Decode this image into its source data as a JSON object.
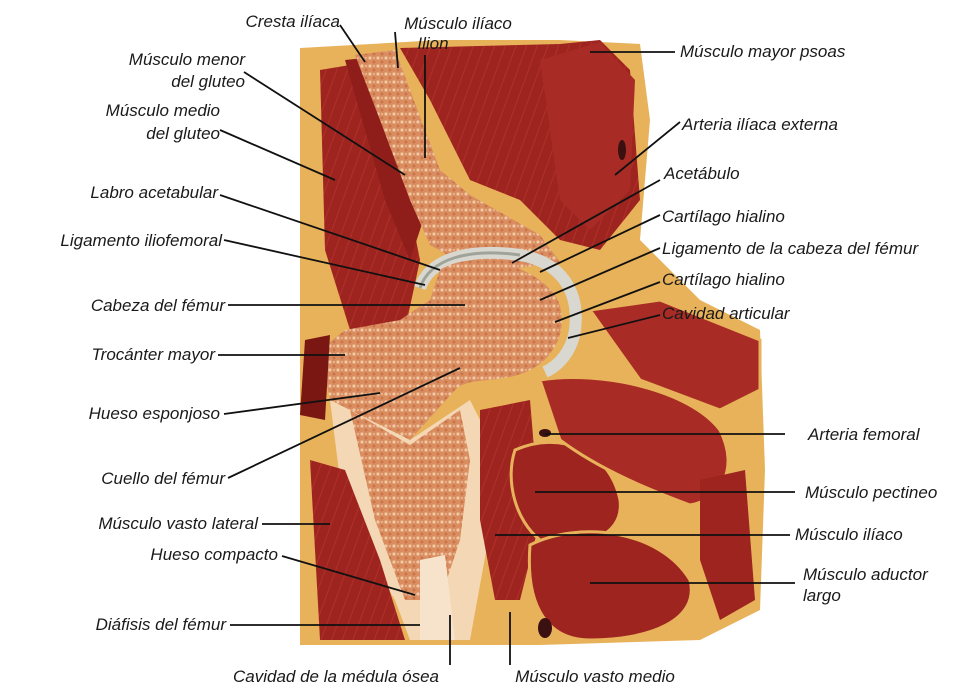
{
  "labels": {
    "cresta_iliaca": "Cresta ilíaca",
    "musculo_iliaco_top": "Músculo ilíaco",
    "ilion": "Ilion",
    "musculo_mayor_psoas": "Músculo mayor psoas",
    "musculo_menor_gluteo_1": "Músculo menor",
    "musculo_menor_gluteo_2": "del gluteo",
    "musculo_medio_gluteo_1": "Músculo medio",
    "musculo_medio_gluteo_2": "del gluteo",
    "arteria_iliaca_externa": "Arteria ilíaca externa",
    "acetabulo": "Acetábulo",
    "labro_acetabular": "Labro acetabular",
    "cartilago_hialino_1": "Cartílago hialino",
    "ligamento_iliofemoral": "Ligamento iliofemoral",
    "ligamento_cabeza_femur": "Ligamento de la cabeza del fémur",
    "cartilago_hialino_2": "Cartílago hialino",
    "cabeza_femur": "Cabeza del fémur",
    "cavidad_articular": "Cavidad articular",
    "trocanter_mayor": "Trocánter mayor",
    "hueso_esponjoso": "Hueso esponjoso",
    "arteria_femoral": "Arteria femoral",
    "cuello_femur": "Cuello del fémur",
    "musculo_pectineo": "Músculo pectineo",
    "musculo_vasto_lateral": "Músculo vasto lateral",
    "musculo_iliaco": "Músculo ilíaco",
    "hueso_compacto": "Hueso compacto",
    "musculo_aductor_largo_1": "Músculo aductor",
    "musculo_aductor_largo_2": "largo",
    "diafisis_femur": "Diáfisis del fémur",
    "cavidad_medula_osea": "Cavidad de la médula ósea",
    "musculo_vasto_medio": "Músculo vasto medio"
  },
  "colors": {
    "muscle": "#9e2420",
    "muscle_dark": "#7a1713",
    "fat": "#e8b25a",
    "bone_spongy": "#d98d60",
    "bone_compact": "#f4d7b4",
    "cartilage": "#d8d8d0",
    "leader_line": "#111111"
  }
}
